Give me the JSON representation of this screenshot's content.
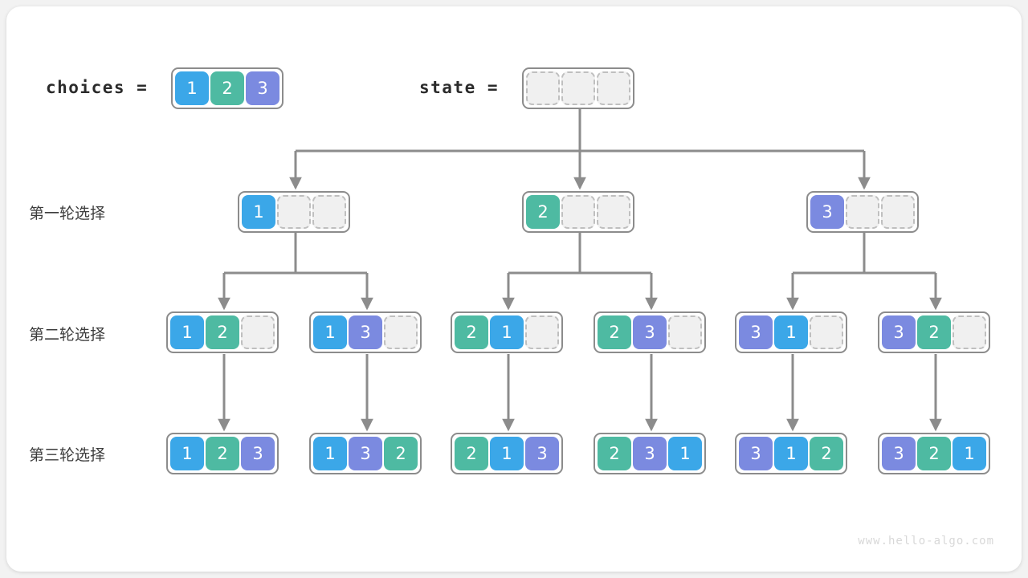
{
  "meta": {
    "watermark": "www.hello-algo.com",
    "colors": {
      "value_1": "#3ba7e8",
      "value_2": "#4ebaa2",
      "value_3": "#7b8ae0",
      "empty_cell": "#f0f0f0",
      "box_border": "#8c8c8c",
      "connector": "#8c8c8c",
      "card": "#ffffff",
      "background": "#f2f2f2"
    }
  },
  "header": {
    "choices_label": "choices =",
    "state_label": "state =",
    "choices": [
      "1",
      "2",
      "3"
    ],
    "state": [
      "",
      "",
      ""
    ]
  },
  "row_labels": {
    "round1": "第一轮选择",
    "round2": "第二轮选择",
    "round3": "第三轮选择"
  },
  "tree": {
    "round1": [
      {
        "cells": [
          "1",
          "",
          ""
        ]
      },
      {
        "cells": [
          "2",
          "",
          ""
        ]
      },
      {
        "cells": [
          "3",
          "",
          ""
        ]
      }
    ],
    "round2": [
      {
        "cells": [
          "1",
          "2",
          ""
        ]
      },
      {
        "cells": [
          "1",
          "3",
          ""
        ]
      },
      {
        "cells": [
          "2",
          "1",
          ""
        ]
      },
      {
        "cells": [
          "2",
          "3",
          ""
        ]
      },
      {
        "cells": [
          "3",
          "1",
          ""
        ]
      },
      {
        "cells": [
          "3",
          "2",
          ""
        ]
      }
    ],
    "round3": [
      {
        "cells": [
          "1",
          "2",
          "3"
        ]
      },
      {
        "cells": [
          "1",
          "3",
          "2"
        ]
      },
      {
        "cells": [
          "2",
          "1",
          "3"
        ]
      },
      {
        "cells": [
          "2",
          "3",
          "1"
        ]
      },
      {
        "cells": [
          "3",
          "1",
          "2"
        ]
      },
      {
        "cells": [
          "3",
          "2",
          "1"
        ]
      }
    ]
  }
}
